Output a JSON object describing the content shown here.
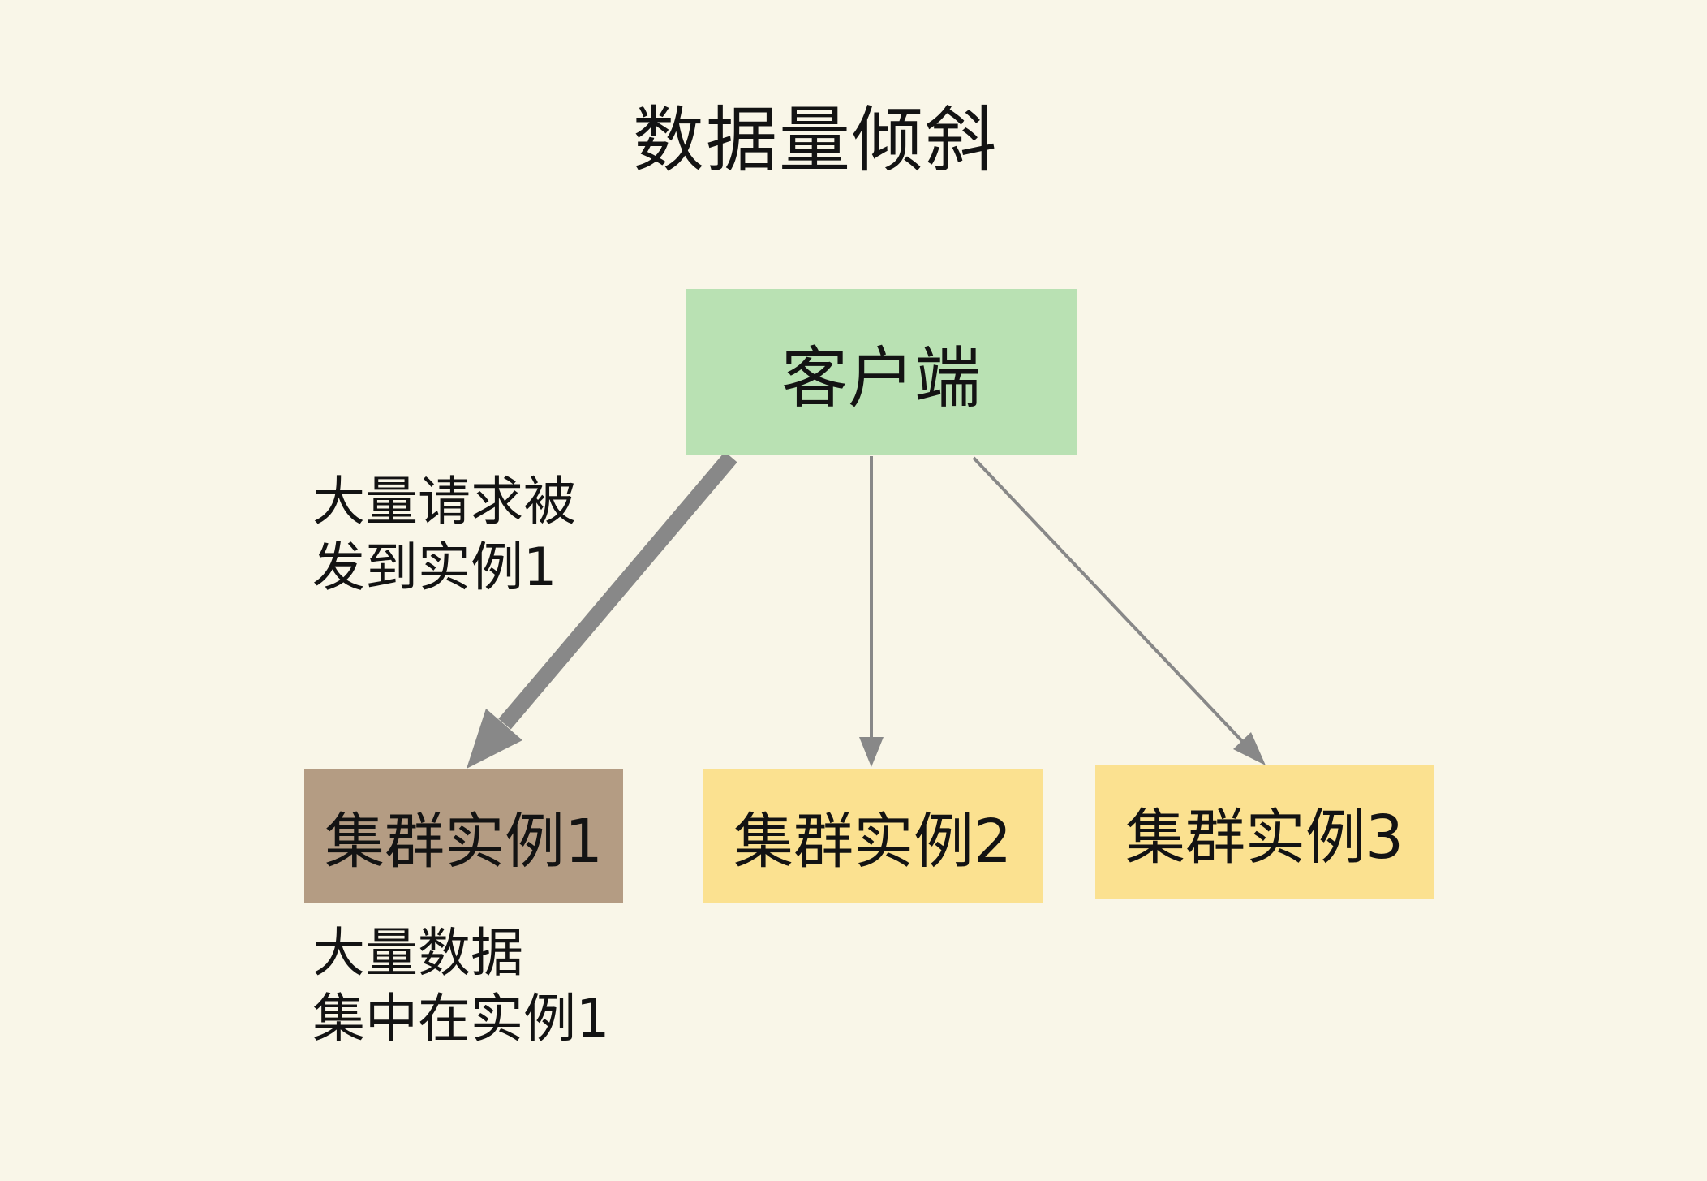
{
  "title": "数据量倾斜",
  "nodes": {
    "client": {
      "label": "客户端",
      "fill": "#b9e1b3"
    },
    "instance1": {
      "label": "集群实例1",
      "fill": "#b49c83"
    },
    "instance2": {
      "label": "集群实例2",
      "fill": "#fbe190"
    },
    "instance3": {
      "label": "集群实例3",
      "fill": "#fbe190"
    }
  },
  "annotations": {
    "requests": {
      "lines": [
        "大量请求被",
        "发到实例1"
      ]
    },
    "data": {
      "lines": [
        "大量数据",
        "集中在实例1"
      ]
    }
  },
  "colors": {
    "background": "#f9f6e8",
    "arrow": "#888888",
    "text": "#131313"
  }
}
